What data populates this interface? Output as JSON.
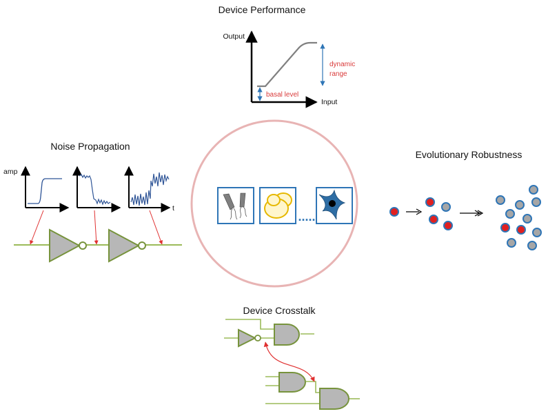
{
  "titles": {
    "performance": "Device Performance",
    "noise": "Noise Propagation",
    "evolution": "Evolutionary Robustness",
    "crosstalk": "Device Crosstalk"
  },
  "performance": {
    "y_label": "Output",
    "x_label": "Input",
    "dynamic_range_line1": "dynamic",
    "dynamic_range_line2": "range",
    "basal_label": "basal level"
  },
  "noise": {
    "y_label": "amp",
    "x_label": "t"
  },
  "center": {
    "dots": "....."
  },
  "colors": {
    "gate_fill": "#b7b7b7",
    "gate_stroke": "#77933c",
    "wire": "#9bbb59",
    "signal": "#2f5597",
    "red": "#e03030",
    "circle": "#e8b4b4",
    "box": "#2e75b6",
    "dot_gray": "#a6a6a6",
    "dot_red": "#e02020",
    "dot_ring": "#2e75b6"
  },
  "icons": [
    "electrode-icon",
    "yeast-cell-icon",
    "neuron-cell-icon"
  ]
}
